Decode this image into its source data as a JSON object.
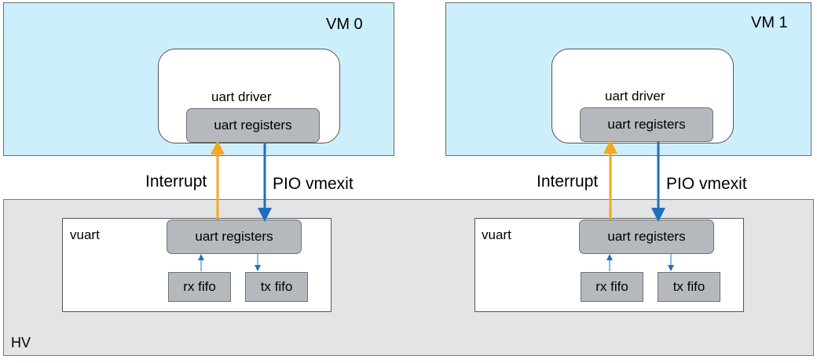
{
  "vms": [
    {
      "title": "VM  0",
      "driver_label": "uart driver",
      "registers_label": "uart registers",
      "interrupt_label": "Interrupt",
      "pio_label": "PIO vmexit"
    },
    {
      "title": "VM  1",
      "driver_label": "uart driver",
      "registers_label": "uart registers",
      "interrupt_label": "Interrupt",
      "pio_label": "PIO vmexit"
    }
  ],
  "hv": {
    "label": "HV",
    "vuarts": [
      {
        "label": "vuart",
        "registers_label": "uart registers",
        "rx_label": "rx fifo",
        "tx_label": "tx fifo"
      },
      {
        "label": "vuart",
        "registers_label": "uart registers",
        "rx_label": "rx fifo",
        "tx_label": "tx fifo"
      }
    ]
  },
  "colors": {
    "vm_fill": "#cdeffb",
    "hv_fill": "#e3e4e6",
    "register_fill": "#b5b9bd",
    "interrupt_arrow": "#f5a623",
    "pio_arrow": "#1f6fbf"
  }
}
